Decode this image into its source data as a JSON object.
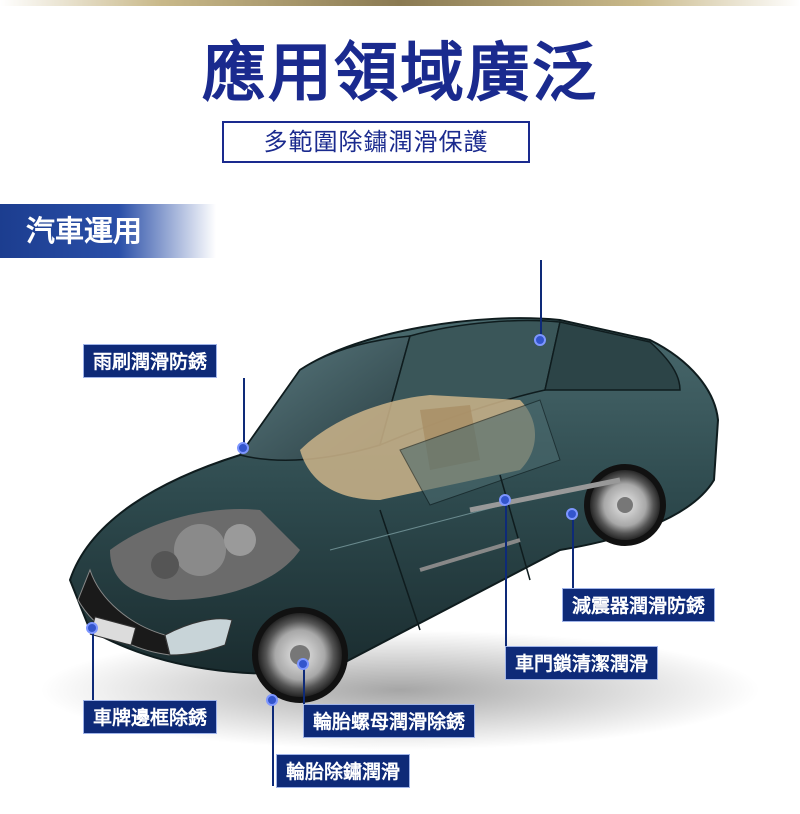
{
  "header": {
    "title": "應用領域廣泛",
    "subtitle": "多範圍除鏽潤滑保護"
  },
  "section": {
    "tag": "汽車運用"
  },
  "callouts": {
    "wiper": "雨刷潤滑防銹",
    "shock": "減震器潤滑防銹",
    "door_lock": "車門鎖清潔潤滑",
    "plate_frame": "車牌邊框除銹",
    "nut": "輪胎螺母潤滑除銹",
    "tire": "輪胎除鏽潤滑"
  },
  "colors": {
    "title": "#1a2a8e",
    "label_bg": "#0e2a78",
    "car_body": "#2e4a4e"
  }
}
